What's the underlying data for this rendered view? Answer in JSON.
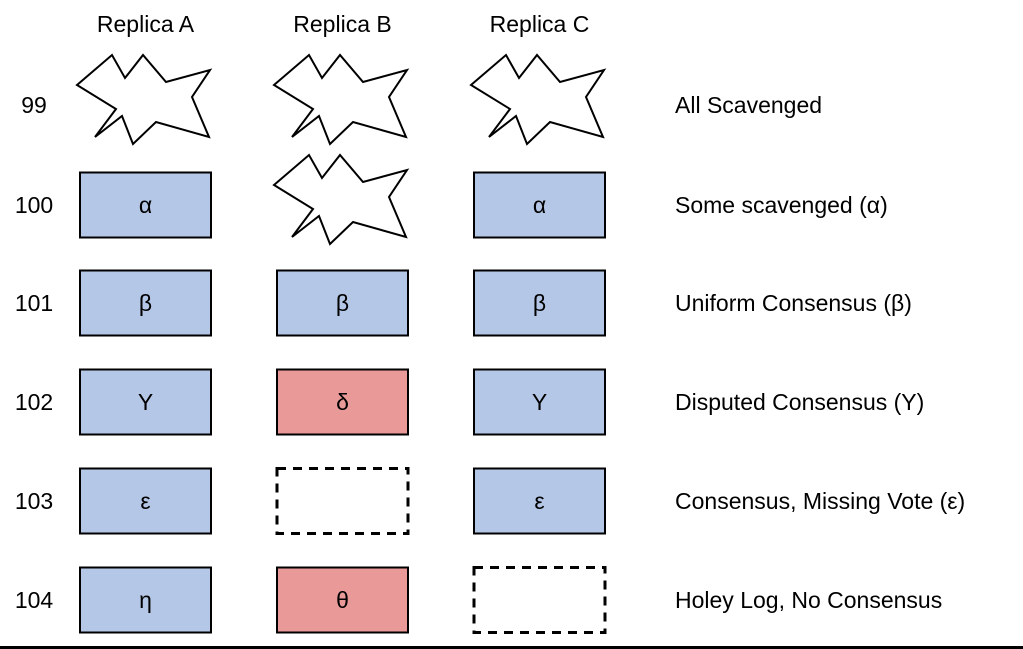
{
  "columns": [
    "Replica A",
    "Replica B",
    "Replica C"
  ],
  "rows": [
    {
      "index": "99",
      "description": "All Scavenged",
      "cells": [
        {
          "kind": "scavenged",
          "label": ""
        },
        {
          "kind": "scavenged",
          "label": ""
        },
        {
          "kind": "scavenged",
          "label": ""
        }
      ]
    },
    {
      "index": "100",
      "description": "Some scavenged (α)",
      "cells": [
        {
          "kind": "entry",
          "label": "α"
        },
        {
          "kind": "scavenged",
          "label": ""
        },
        {
          "kind": "entry",
          "label": "α"
        }
      ]
    },
    {
      "index": "101",
      "description": "Uniform Consensus (β)",
      "cells": [
        {
          "kind": "entry",
          "label": "β"
        },
        {
          "kind": "entry",
          "label": "β"
        },
        {
          "kind": "entry",
          "label": "β"
        }
      ]
    },
    {
      "index": "102",
      "description": "Disputed Consensus (Y)",
      "cells": [
        {
          "kind": "entry",
          "label": "Y"
        },
        {
          "kind": "conflict",
          "label": "δ"
        },
        {
          "kind": "entry",
          "label": "Y"
        }
      ]
    },
    {
      "index": "103",
      "description": "Consensus, Missing Vote (ε)",
      "cells": [
        {
          "kind": "entry",
          "label": "ε"
        },
        {
          "kind": "missing",
          "label": ""
        },
        {
          "kind": "entry",
          "label": "ε"
        }
      ]
    },
    {
      "index": "104",
      "description": "Holey Log, No Consensus",
      "cells": [
        {
          "kind": "entry",
          "label": "η"
        },
        {
          "kind": "conflict",
          "label": "θ"
        },
        {
          "kind": "missing",
          "label": ""
        }
      ]
    }
  ],
  "colors": {
    "entry_fill": "#b4c7e7",
    "conflict_fill": "#ea9999",
    "stroke": "#000000",
    "text": "#000000"
  }
}
